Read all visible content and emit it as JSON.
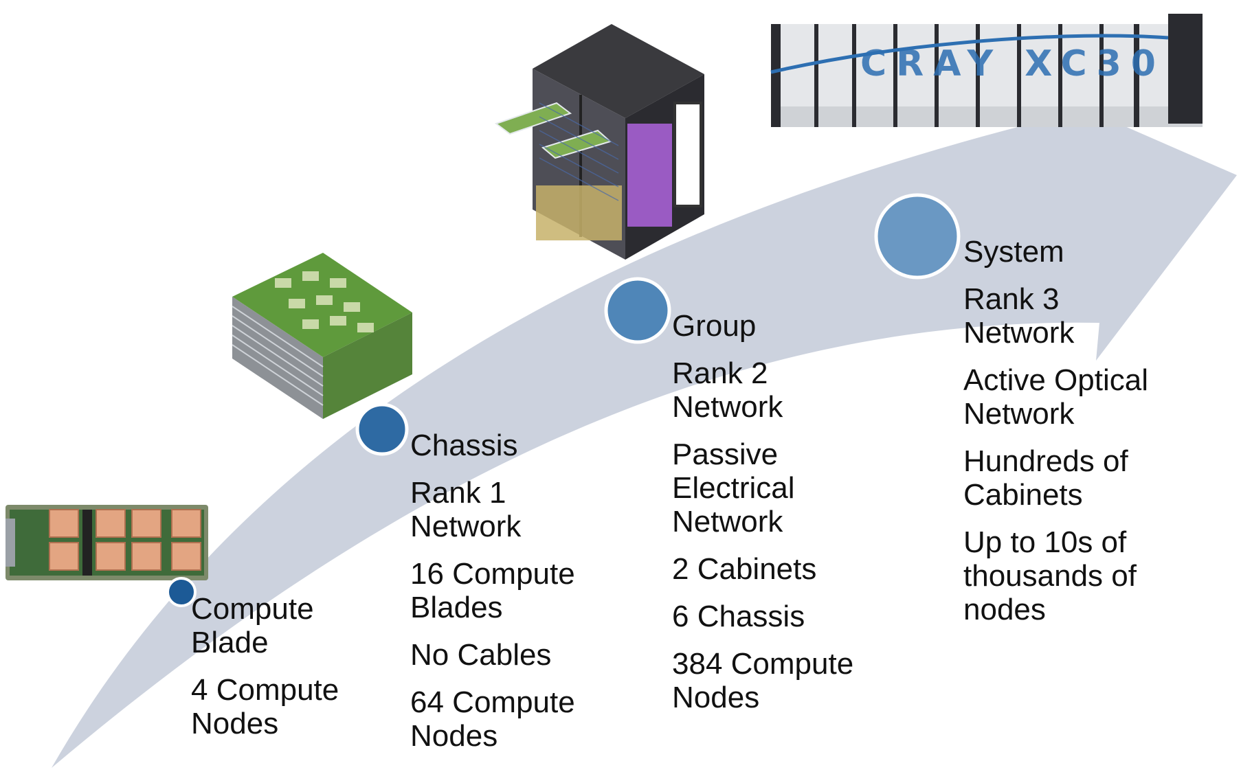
{
  "stages": [
    {
      "key": "blade",
      "title": "Compute\nBlade",
      "details": [
        "4 Compute\nNodes"
      ],
      "image_icon": "compute-blade-photo-icon"
    },
    {
      "key": "chassis",
      "title": "Chassis",
      "details": [
        "Rank 1\nNetwork",
        "16 Compute\nBlades",
        "No Cables",
        "64 Compute\nNodes"
      ],
      "image_icon": "chassis-photo-icon"
    },
    {
      "key": "group",
      "title": "Group",
      "details": [
        "Rank 2\nNetwork",
        "Passive\nElectrical\nNetwork",
        "2 Cabinets",
        "6 Chassis",
        "384 Compute\nNodes"
      ],
      "image_icon": "cabinet-group-photo-icon"
    },
    {
      "key": "system",
      "title": "System",
      "details": [
        "Rank 3\nNetwork",
        "Active Optical\nNetwork",
        "Hundreds of\nCabinets",
        "Up to 10s of\nthousands of\nnodes"
      ],
      "image_icon": "cray-xc30-system-photo-icon"
    }
  ],
  "system_logo": "CRAY XC30",
  "colors": {
    "arrow": "#ccd2de",
    "node_dark": "#1c5a96",
    "node_mid": "#2e6aa3",
    "node_light": "#4f86b8",
    "node_lighter": "#6a98c3",
    "text": "#111111"
  }
}
